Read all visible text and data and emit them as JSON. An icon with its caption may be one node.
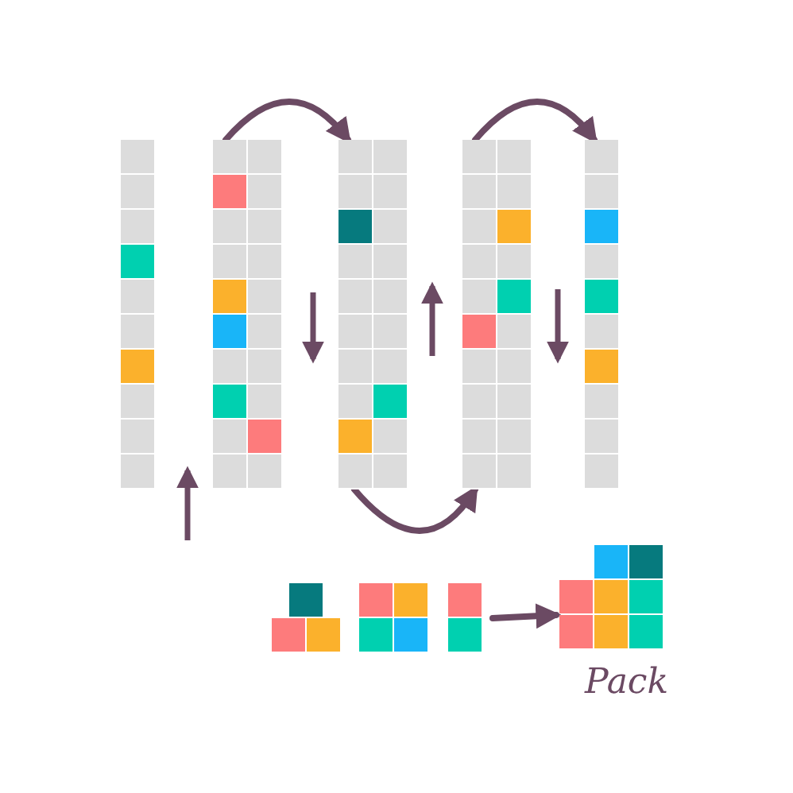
{
  "diagram": {
    "nodes": [
      {
        "text": [],
        "shape": "bar"
      },
      {
        "text": [],
        "shape": "bar"
      },
      {
        "text": [],
        "shape": "bar"
      },
      {
        "text": [],
        "shape": "bar"
      },
      {
        "text": [],
        "shape": "bar"
      },
      {
        "text": [],
        "shape": "box"
      },
      {
        "text": [],
        "shape": "box"
      },
      {
        "text": [],
        "shape": "box"
      },
      {
        "text": [],
        "shape": "box",
        "beside": [
          "Pack"
        ]
      }
    ],
    "edges": [
      {
        "from": 1,
        "to": 2,
        "arrow": "to"
      },
      {
        "from": 2,
        "to": 3,
        "arrow": "to"
      },
      {
        "from": 3,
        "to": 4,
        "arrow": "to"
      },
      {
        "from": 7,
        "to": 8,
        "arrow": "to"
      }
    ]
  }
}
